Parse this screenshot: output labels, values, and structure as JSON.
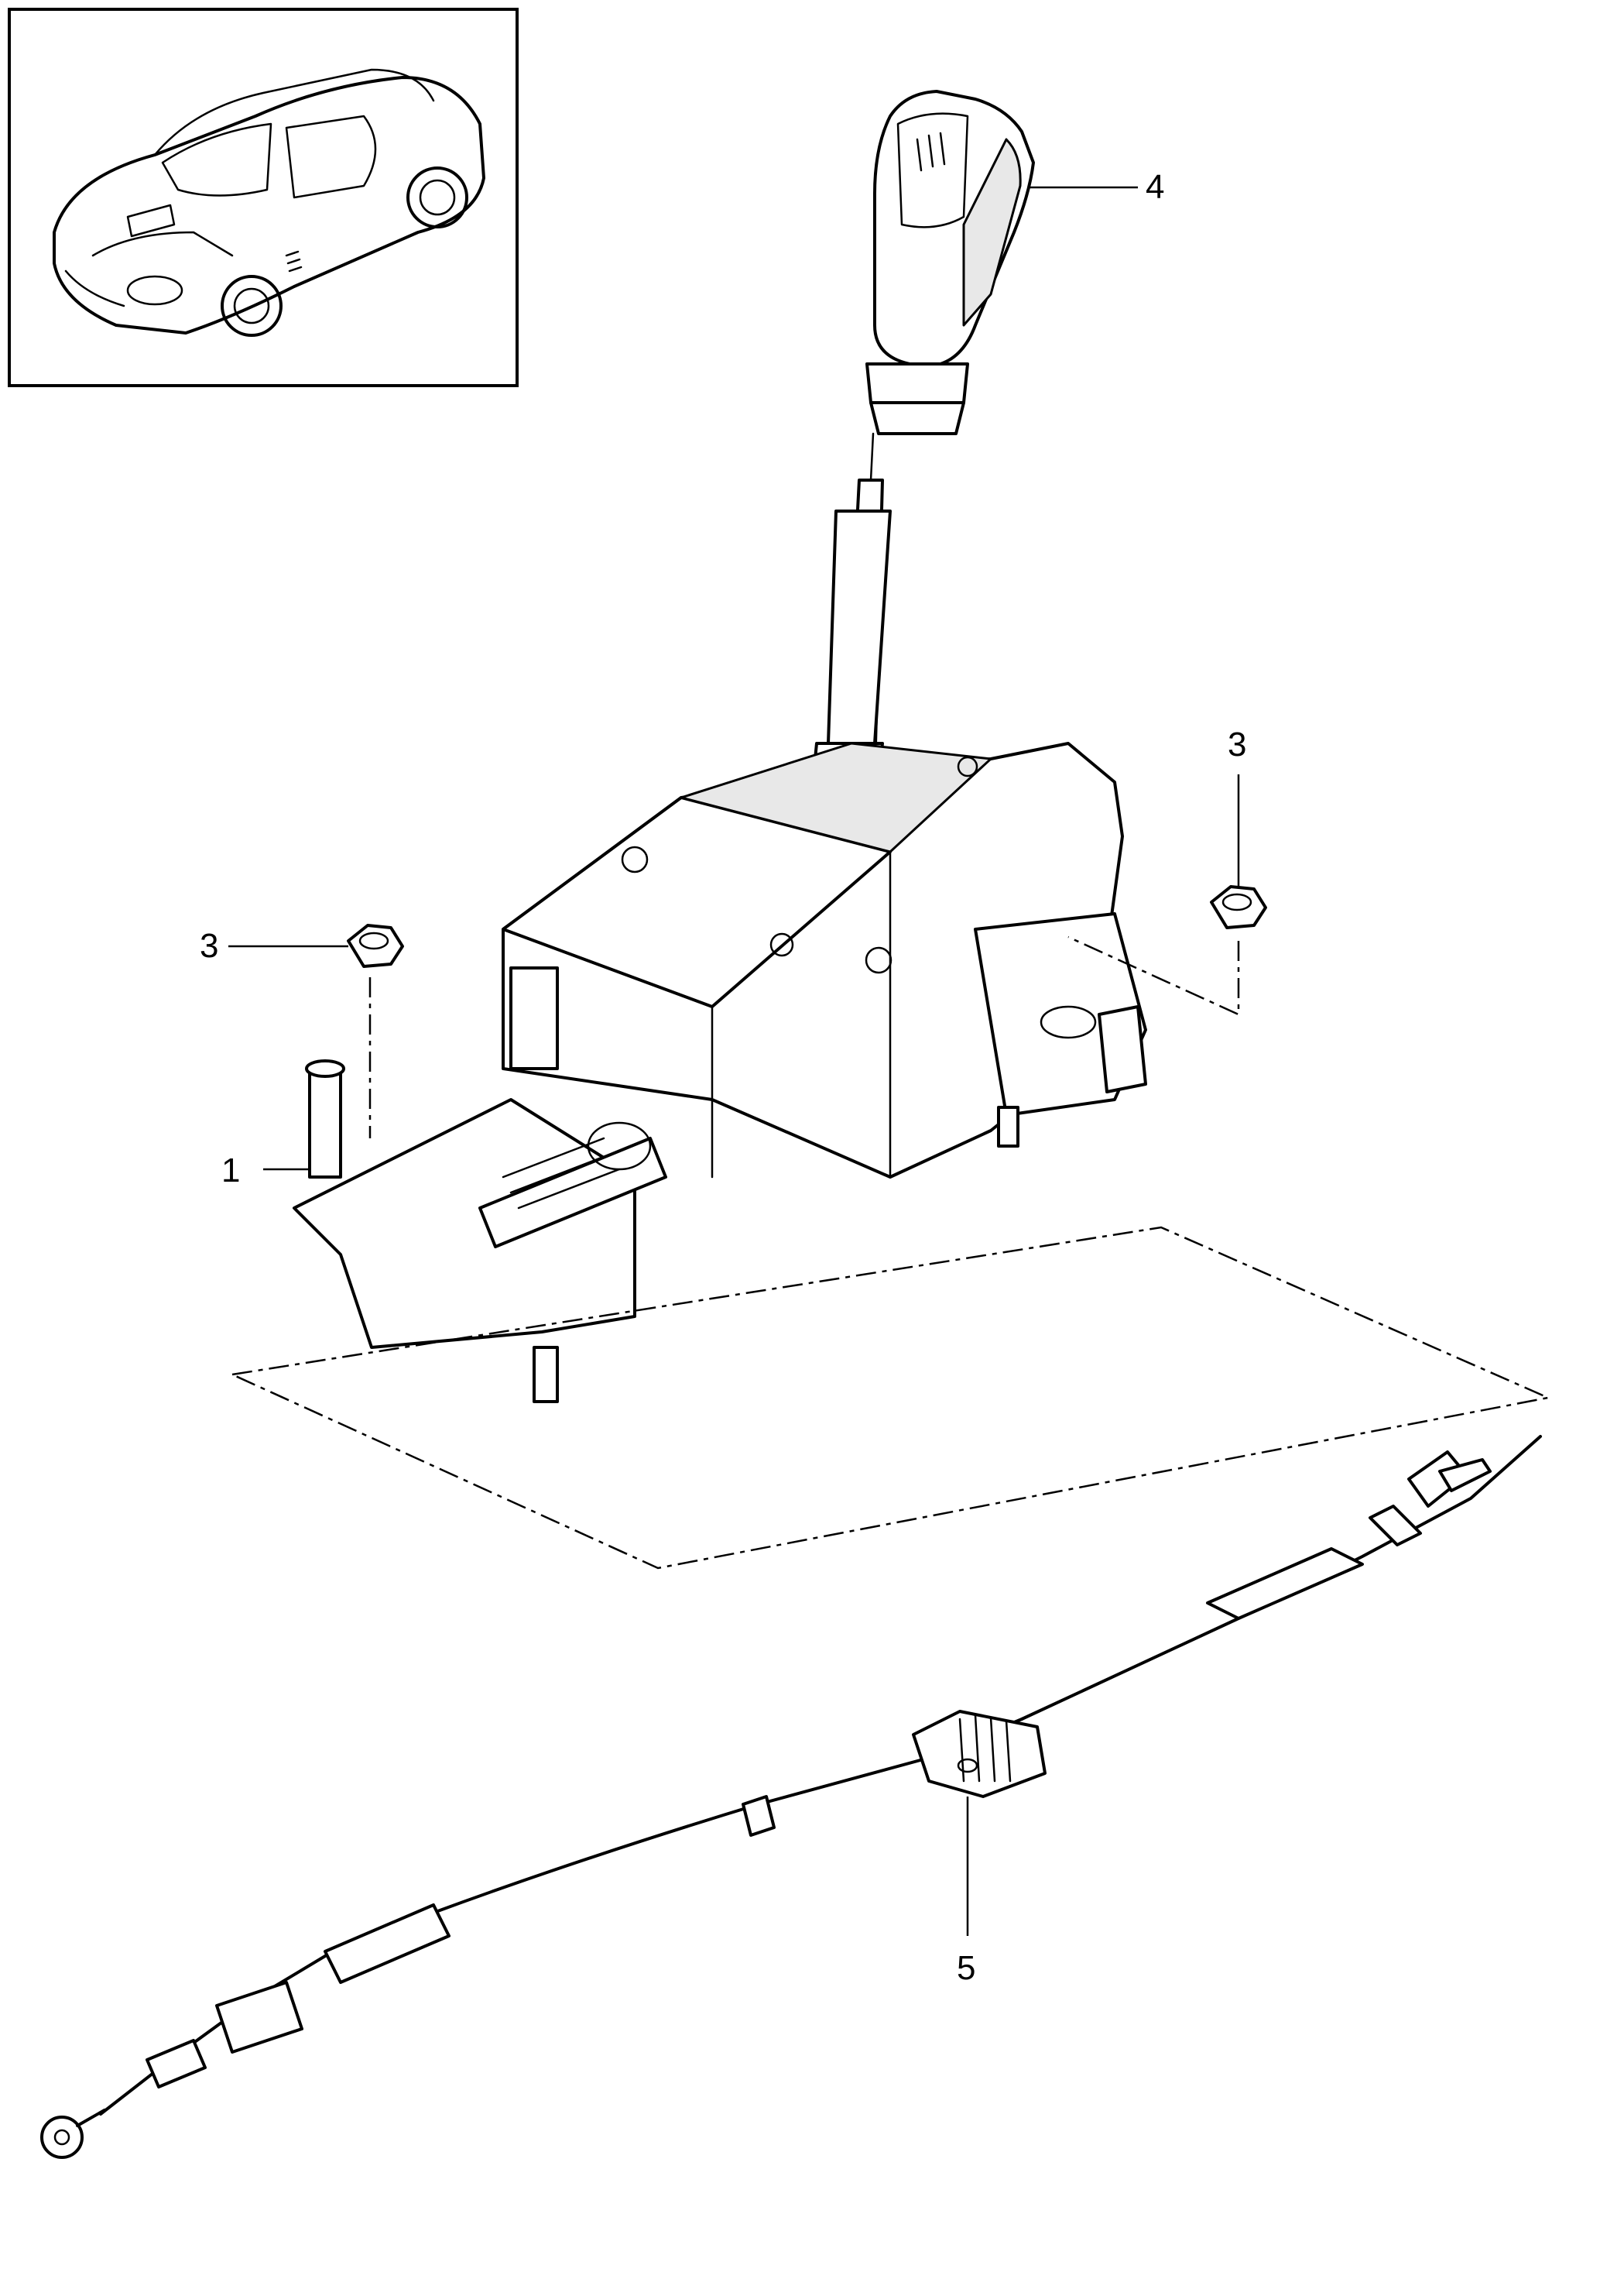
{
  "callouts": {
    "part1": "1",
    "part3_left": "3",
    "part3_right": "3",
    "part4": "4",
    "part5": "5"
  }
}
